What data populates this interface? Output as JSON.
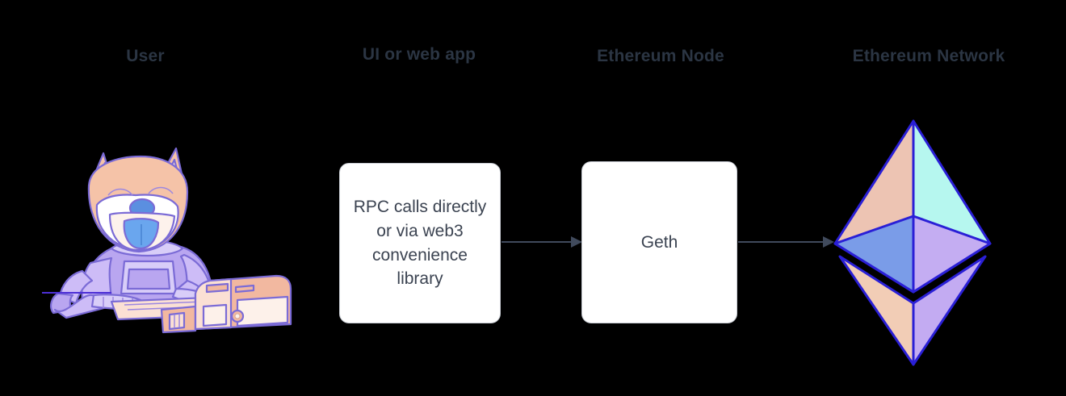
{
  "diagram": {
    "title": "Ethereum node interaction flow",
    "background_color": "#000000",
    "column_labels": [
      {
        "id": "user",
        "text": "User"
      },
      {
        "id": "webapp",
        "text": "UI or web app"
      },
      {
        "id": "node",
        "text": "Ethereum Node"
      },
      {
        "id": "network",
        "text": "Ethereum Network"
      }
    ],
    "label_color": "#2b3543",
    "nodes": [
      {
        "id": "rpc",
        "text": "RPC calls directly or via web3 convenience library",
        "fill": "#ffffff",
        "border": "#c9cdd4",
        "text_color": "#3b4351"
      },
      {
        "id": "geth",
        "text": "Geth",
        "fill": "#ffffff",
        "border": "#c9cdd4",
        "text_color": "#3b4351"
      }
    ],
    "arrows": [
      {
        "id": "rpc-to-geth",
        "from": "rpc",
        "to": "geth",
        "color": "#404a5c",
        "style": "solid"
      },
      {
        "id": "geth-to-net",
        "from": "geth",
        "to": "network",
        "color": "#404a5c",
        "style": "solid"
      }
    ],
    "illustrations": [
      {
        "id": "user-doge",
        "name": "shiba-inu-at-computer",
        "description": "Smiling Shiba Inu dog in a purple spacesuit typing on a retro desktop computer",
        "colors": {
          "fur": "#f5c3a8",
          "fur_light": "#fde2d2",
          "muzzle": "#ffffff",
          "nose": "#5b8fe0",
          "tongue": "#6aa6ee",
          "suit": "#b9a6f0",
          "suit_shadow": "#9c87e0",
          "suit_light": "#d8cdf8",
          "computer": "#f2b8a0",
          "computer_light": "#fbe0d4",
          "outline": "#7b6bd6"
        }
      },
      {
        "id": "ethereum-logo",
        "name": "ethereum-diamond-logo",
        "description": "Ethereum diamond glyph with pastel facets",
        "colors": {
          "upper_left": "#edc4b3",
          "upper_right": "#b6f7ef",
          "mid_left": "#7a9ce8",
          "mid_right": "#c4adf2",
          "lower_left": "#f2cdb6",
          "lower_right": "#c3abf2",
          "outline": "#2a1fd6"
        }
      }
    ]
  }
}
